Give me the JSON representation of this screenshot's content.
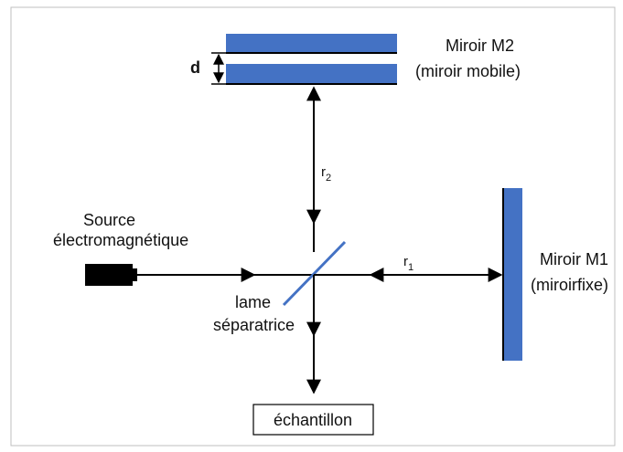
{
  "colors": {
    "mirror": "#4472c4",
    "stroke": "#000000",
    "border": "#bfbfbf",
    "source": "#000000"
  },
  "labels": {
    "mirror_m2_title": "Miroir M2",
    "mirror_m2_subtitle": "(miroir mobile)",
    "mirror_m1_title": "Miroir M1",
    "mirror_m1_subtitle": "(miroirfixe)",
    "spacing": "d",
    "path_r2_main": "r",
    "path_r2_sub": "2",
    "path_r1_main": "r",
    "path_r1_sub": "1",
    "source_line1": "Source",
    "source_line2": "électromagnétique",
    "splitter_line1": "lame",
    "splitter_line2": "séparatrice",
    "sample": "échantillon"
  }
}
